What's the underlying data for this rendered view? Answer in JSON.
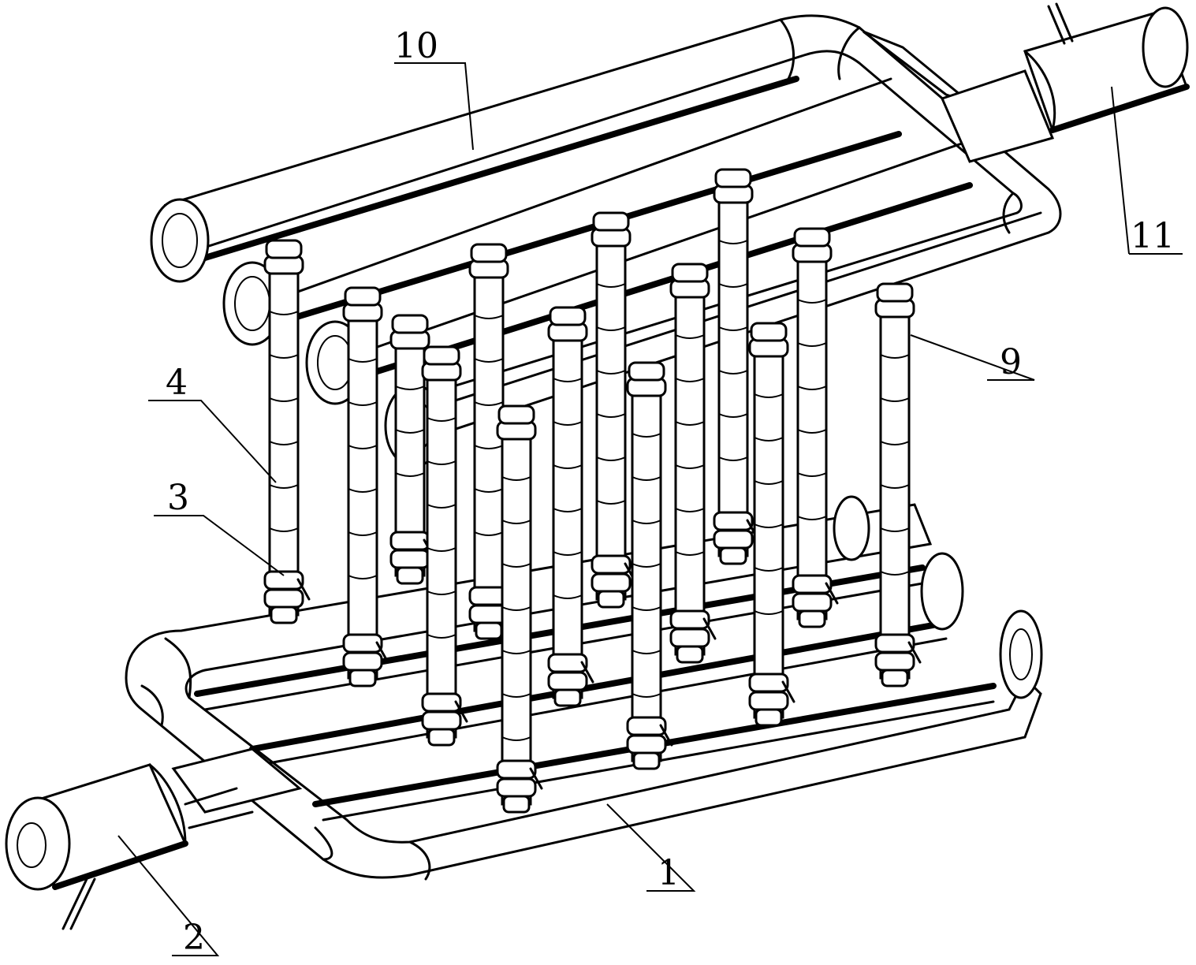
{
  "figure": {
    "callouts": [
      {
        "id": "c1",
        "text": "1"
      },
      {
        "id": "c2",
        "text": "2"
      },
      {
        "id": "c3",
        "text": "3"
      },
      {
        "id": "c4",
        "text": "4"
      },
      {
        "id": "c9",
        "text": "9"
      },
      {
        "id": "c10",
        "text": "10"
      },
      {
        "id": "c11",
        "text": "11"
      }
    ]
  }
}
